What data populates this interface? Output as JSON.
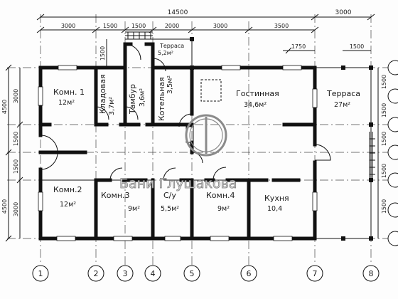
{
  "plan": {
    "dims_top": {
      "overall": "14500",
      "terrace": "3000",
      "segments": [
        "3000",
        "1500",
        "1500",
        "2000",
        "3000",
        "3500"
      ],
      "d1750": "1750",
      "d1500": "1500"
    },
    "dims_left": {
      "top_total": "4500",
      "bottom_total": "4500",
      "segments": [
        "3000",
        "1500",
        "1500",
        "3000"
      ],
      "d1500": "1500"
    },
    "dims_right": [
      "1500",
      "1500",
      "1500",
      "1500",
      "1500"
    ],
    "rooms": {
      "komn1": {
        "name": "Комн. 1",
        "area": "12м²"
      },
      "kladovaya": {
        "name": "Кладовая",
        "area": "3,7м²"
      },
      "tambur": {
        "name": "Тамбур",
        "area": "3,6м²"
      },
      "kotelnaya": {
        "name": "Котельная",
        "area": "3,5м²"
      },
      "terrace_small": {
        "name": "Терраса",
        "area": "5,2м²"
      },
      "gostinaya": {
        "name": "Гостинная",
        "area": "34,6м²"
      },
      "terrace_big": {
        "name": "Терраса",
        "area": "27м²"
      },
      "komn2": {
        "name": "Комн.2",
        "area": "12м²"
      },
      "komn3": {
        "name": "Комн.3",
        "area": "9м²"
      },
      "su": {
        "name": "С/у",
        "area": "5,5м²"
      },
      "komn4": {
        "name": "Комн.4",
        "area": "9м²"
      },
      "kukhnya": {
        "name": "Кухня",
        "area": "10,4"
      }
    },
    "axes": [
      "1",
      "2",
      "3",
      "4",
      "5",
      "6",
      "7",
      "8"
    ],
    "watermark": "Бани Глушакова"
  }
}
